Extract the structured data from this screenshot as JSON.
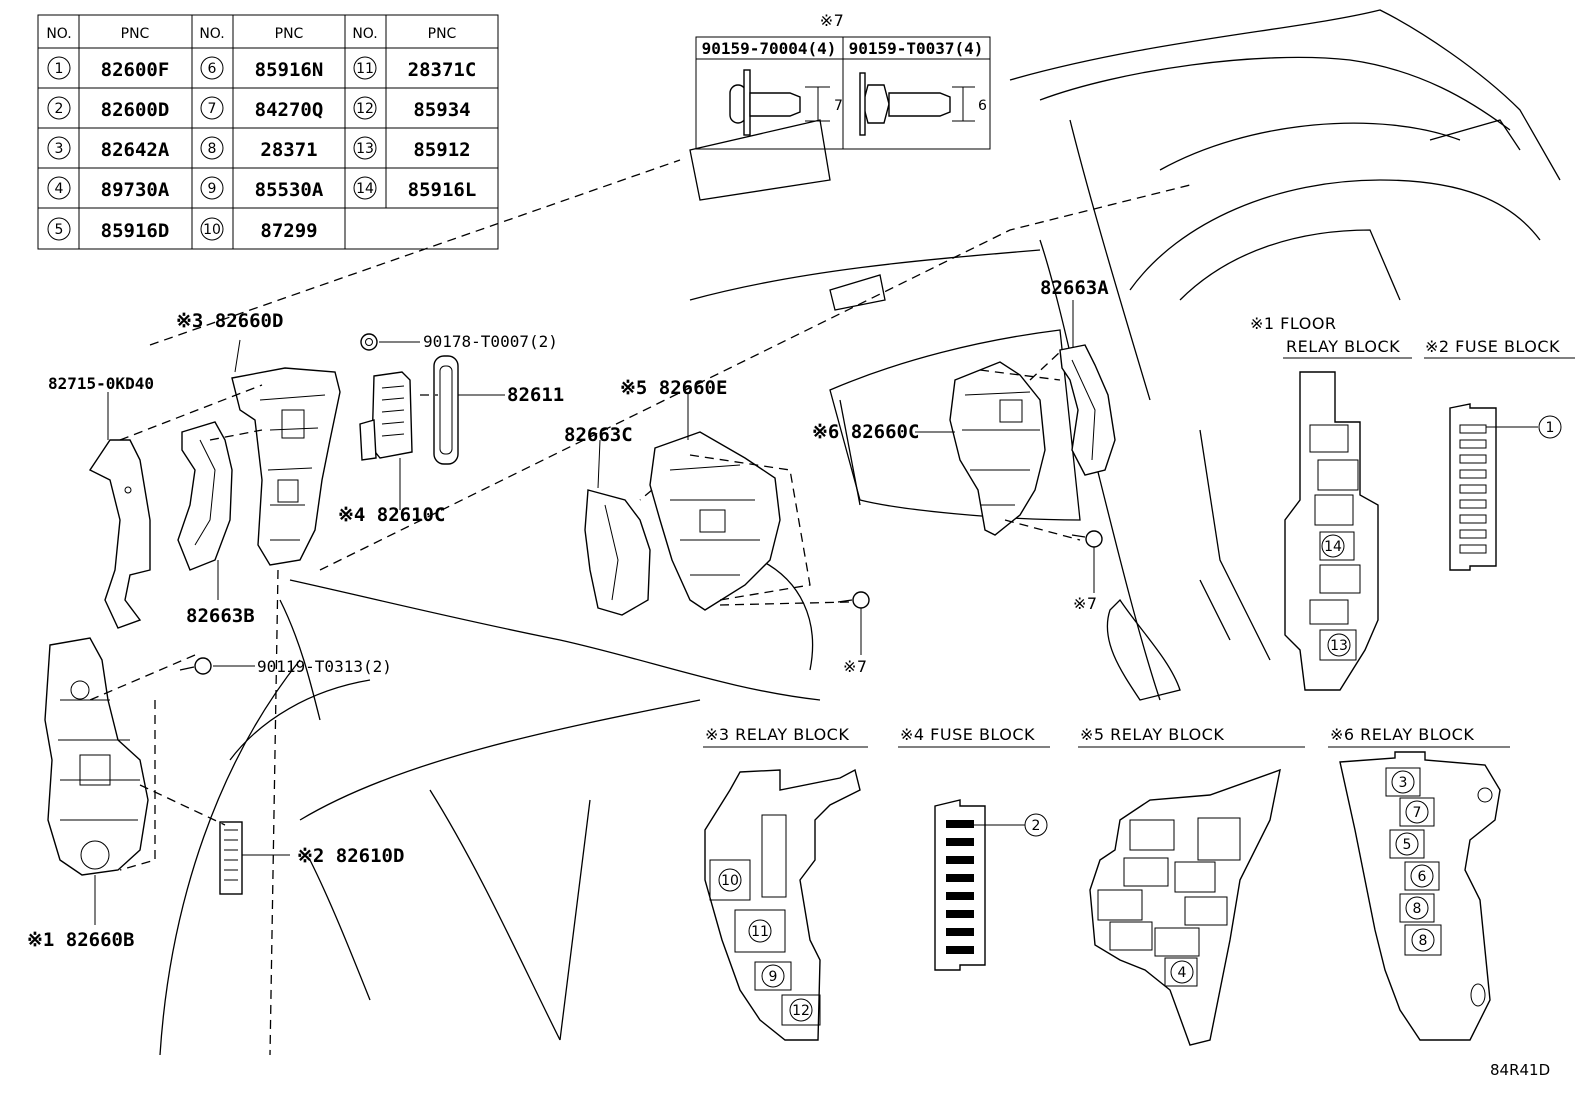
{
  "pnc_table": {
    "headers": [
      "NO.",
      "PNC",
      "NO.",
      "PNC",
      "NO.",
      "PNC"
    ],
    "rows": [
      [
        {
          "no": "1",
          "pnc": "82600F"
        },
        {
          "no": "6",
          "pnc": "85916N"
        },
        {
          "no": "11",
          "pnc": "28371C"
        }
      ],
      [
        {
          "no": "2",
          "pnc": "82600D"
        },
        {
          "no": "7",
          "pnc": "84270Q"
        },
        {
          "no": "12",
          "pnc": "85934"
        }
      ],
      [
        {
          "no": "3",
          "pnc": "82642A"
        },
        {
          "no": "8",
          "pnc": "28371"
        },
        {
          "no": "13",
          "pnc": "85912"
        }
      ],
      [
        {
          "no": "4",
          "pnc": "89730A"
        },
        {
          "no": "9",
          "pnc": "85530A"
        },
        {
          "no": "14",
          "pnc": "85916L"
        }
      ],
      [
        {
          "no": "5",
          "pnc": "85916D"
        },
        {
          "no": "10",
          "pnc": "87299"
        },
        null
      ]
    ]
  },
  "bolt_box": {
    "title": "※7",
    "left": {
      "part": "90159-70004(4)",
      "dim": "7"
    },
    "right": {
      "part": "90159-T0037(4)",
      "dim": "6"
    }
  },
  "labels": {
    "p82660D": "※3 82660D",
    "p90178": "90178-T0007(2)",
    "p82715": "82715-0KD40",
    "p82611": "82611",
    "p82660E": "※5 82660E",
    "p82663A": "82663A",
    "p82663C": "82663C",
    "p82660C": "※6 82660C",
    "p82610C": "※4 82610C",
    "p82663B": "82663B",
    "p90119": "90119-T0313(2)",
    "p82610D": "※2 82610D",
    "p82660B": "※1 82660B",
    "ref7a": "※7",
    "ref7b": "※7"
  },
  "insets": {
    "floor_relay_line1": "※1 FLOOR",
    "floor_relay_line2": "RELAY BLOCK",
    "fuse_block_2": "※2 FUSE BLOCK",
    "relay_block_3": "※3 RELAY BLOCK",
    "fuse_block_4": "※4 FUSE BLOCK",
    "relay_block_5": "※5 RELAY BLOCK",
    "relay_block_6": "※6 RELAY BLOCK"
  },
  "callouts": {
    "c1": "1",
    "c2": "2",
    "c3": "3",
    "c4": "4",
    "c5": "5",
    "c6": "6",
    "c7": "7",
    "c8a": "8",
    "c8b": "8",
    "c9": "9",
    "c10": "10",
    "c11": "11",
    "c12": "12",
    "c13": "13",
    "c14": "14"
  },
  "diagram_code": "84R41D"
}
